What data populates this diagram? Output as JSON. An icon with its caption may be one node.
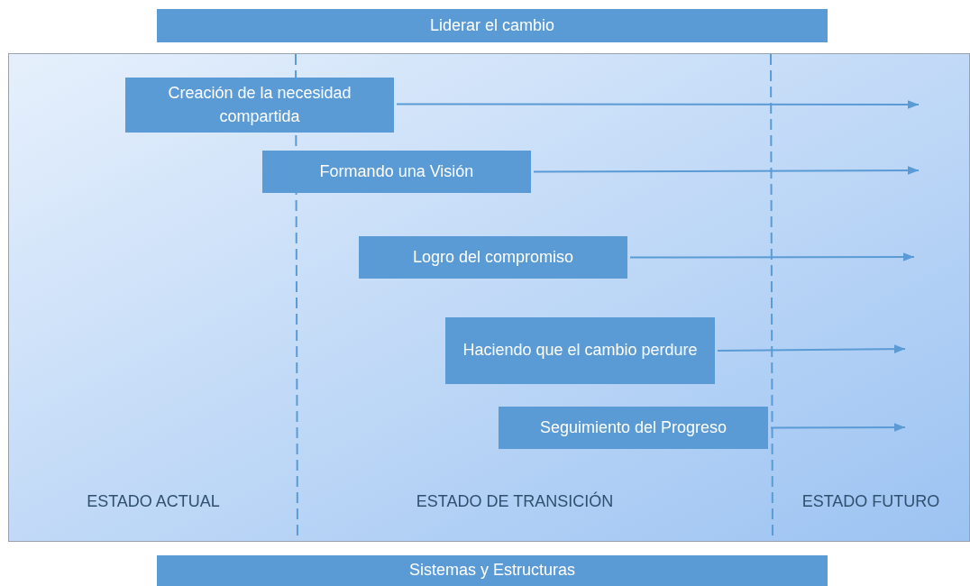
{
  "diagram": {
    "nodes": [
      {
        "text": [
          "Liderar el cambio"
        ]
      },
      {
        "text": [
          "Creación de la necesidad compartida"
        ]
      },
      {
        "text": [
          "Formando una Visión"
        ]
      },
      {
        "text": [
          "Logro del compromiso"
        ]
      },
      {
        "text": [
          "Haciendo que el cambio perdure"
        ]
      },
      {
        "text": [
          "Seguimiento del Progreso"
        ]
      },
      {
        "text": [
          "Sistemas y Estructuras"
        ]
      }
    ],
    "edges": [
      {
        "from": 1,
        "to": null,
        "arrow": "to"
      },
      {
        "from": 2,
        "to": null,
        "arrow": "to"
      },
      {
        "from": 3,
        "to": null,
        "arrow": "to"
      },
      {
        "from": 4,
        "to": null,
        "arrow": "to"
      },
      {
        "from": 5,
        "to": null,
        "arrow": "to"
      }
    ],
    "labels": [
      "ESTADO ACTUAL",
      "ESTADO DE TRANSICIÓN",
      "ESTADO FUTURO"
    ]
  }
}
